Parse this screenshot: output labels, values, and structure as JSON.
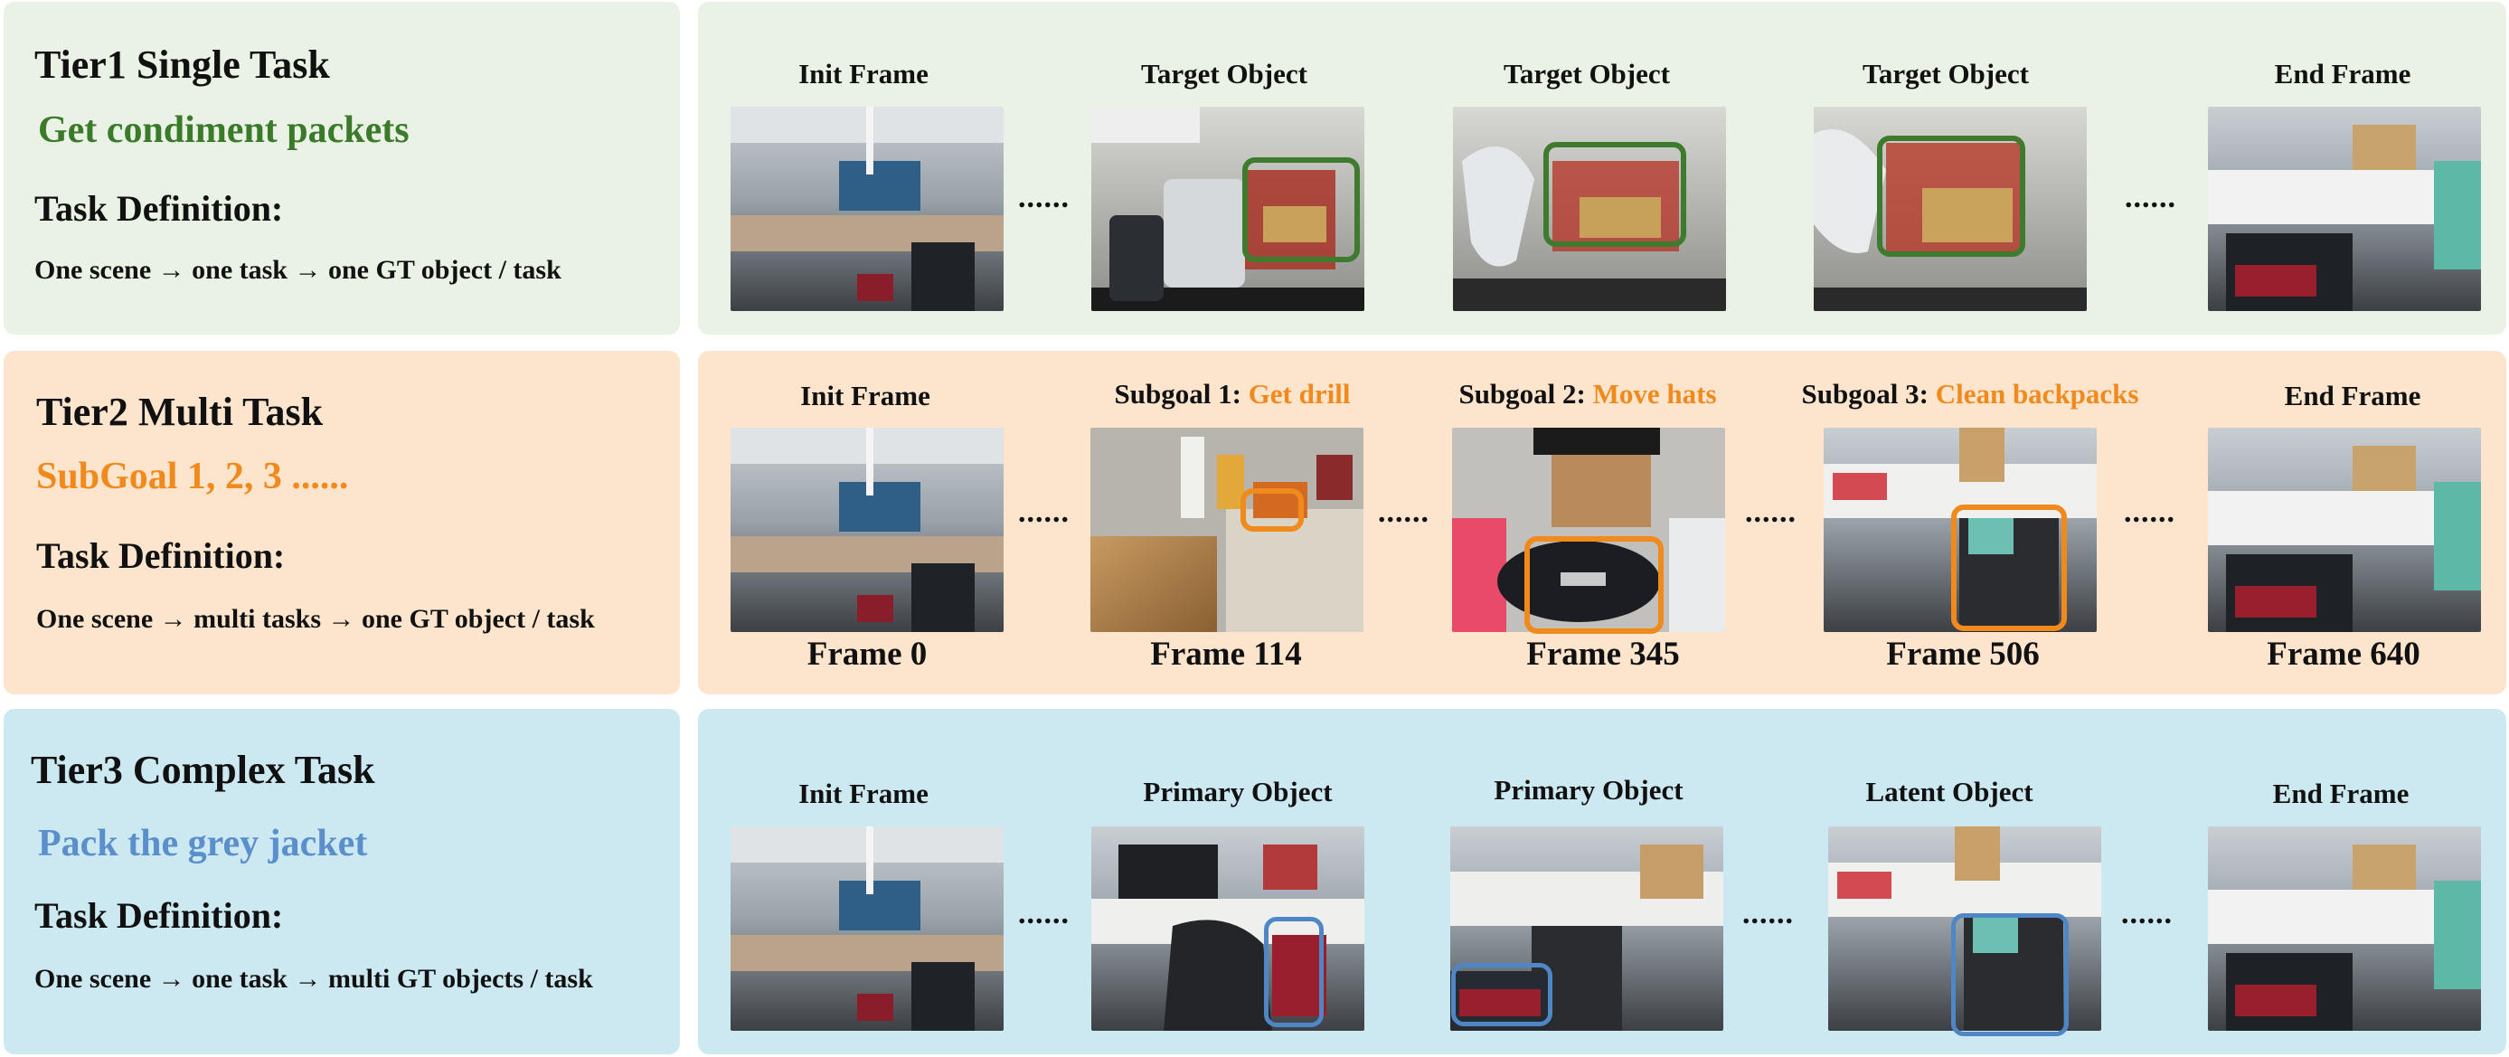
{
  "colors": {
    "tier1_accent": "#3a7a2a",
    "tier2_accent": "#f08a1c",
    "tier3_accent": "#5b8fcb"
  },
  "tier1": {
    "title": "Tier1 Single Task",
    "task": "Get condiment packets",
    "def_head": "Task Definition:",
    "def_text": "One scene → one task → one GT object / task",
    "labels": [
      "Init Frame",
      "Target Object",
      "Target Object",
      "Target Object",
      "End Frame"
    ]
  },
  "tier2": {
    "title": "Tier2 Multi Task",
    "task": "SubGoal 1, 2, 3 ......",
    "def_head": "Task Definition:",
    "def_text": "One scene → multi tasks → one GT object / task",
    "init_label": "Init Frame",
    "end_label": "End Frame",
    "subgoals": [
      {
        "prefix": "Subgoal 1: ",
        "name": "Get drill"
      },
      {
        "prefix": "Subgoal 2: ",
        "name": "Move hats"
      },
      {
        "prefix": "Subgoal 3: ",
        "name": "Clean backpacks"
      }
    ],
    "frames": [
      "Frame 0",
      "Frame 114",
      "Frame 345",
      "Frame 506",
      "Frame 640"
    ]
  },
  "tier3": {
    "title": "Tier3 Complex Task",
    "task": "Pack the grey jacket",
    "def_head": "Task Definition:",
    "def_text": "One scene → one task → multi GT objects / task",
    "labels": [
      "Init Frame",
      "Primary Object",
      "Primary Object",
      "Latent Object",
      "End Frame"
    ]
  },
  "ellipsis": "......"
}
